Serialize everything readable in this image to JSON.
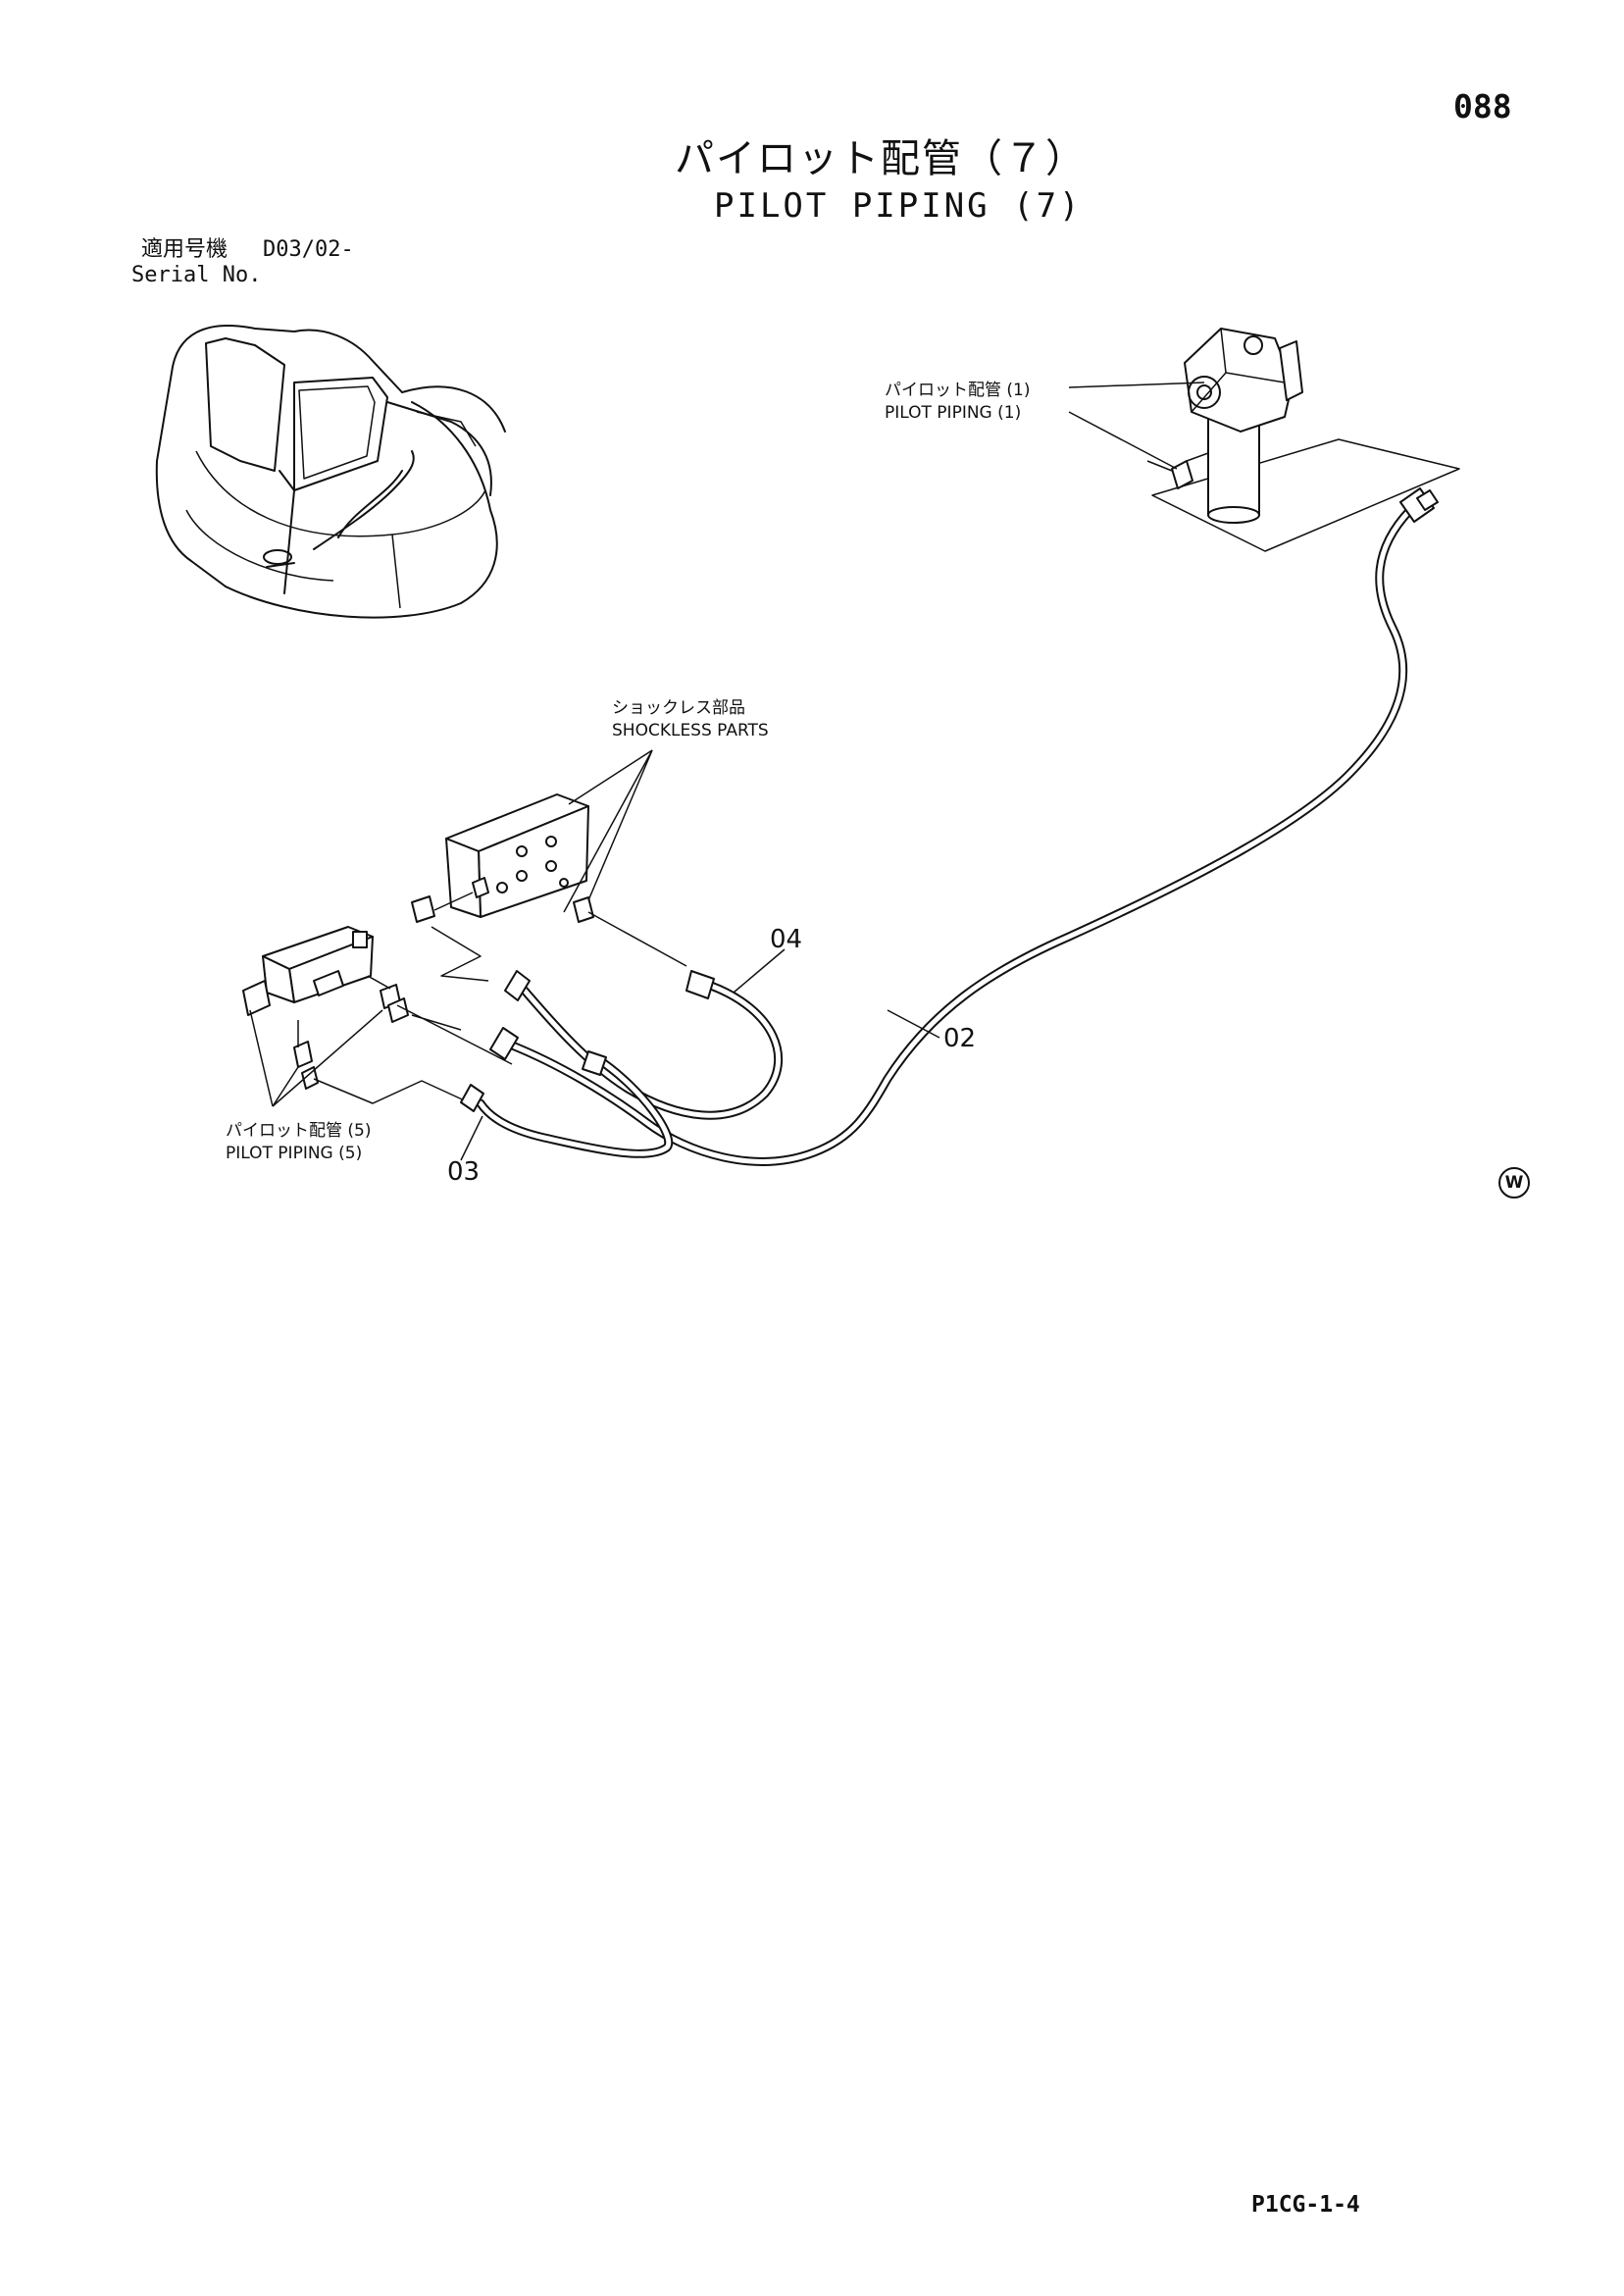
{
  "page_number": "088",
  "title_ja": "パイロット配管（７）",
  "title_en": "PILOT PIPING (7)",
  "serial": {
    "label_ja": "適用号機",
    "label_en": "Serial No.",
    "value": "D03/02-"
  },
  "labels": {
    "pilot_piping_1_ja": "パイロット配管 (1)",
    "pilot_piping_1_en": "PILOT PIPING (1)",
    "shockless_ja": "ショックレス部品",
    "shockless_en": "SHOCKLESS PARTS",
    "pilot_piping_5_ja": "パイロット配管 (5)",
    "pilot_piping_5_en": "PILOT PIPING (5)"
  },
  "callouts": {
    "part_02": "02",
    "part_03": "03",
    "part_04": "04"
  },
  "w_symbol": "W",
  "reference_code": "P1CG-1-4"
}
